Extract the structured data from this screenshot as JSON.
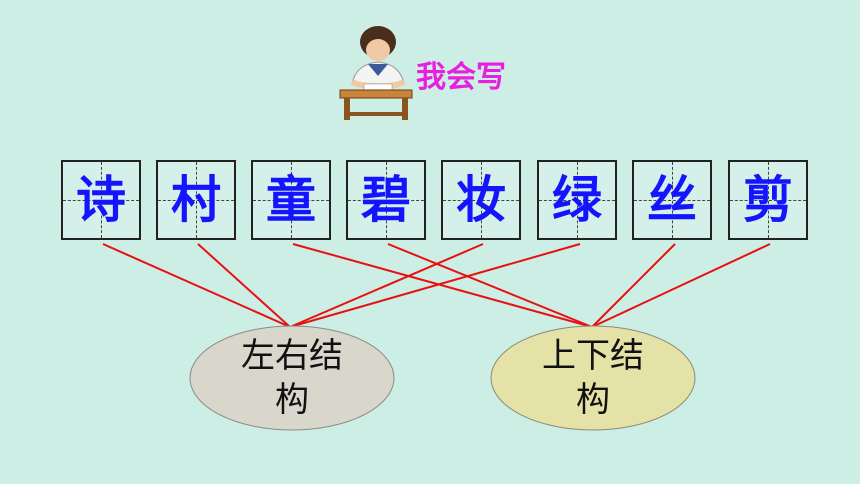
{
  "header": {
    "title": "我会写",
    "title_color": "#e81ee0",
    "illustration": "student-writing-at-desk"
  },
  "characters": [
    "诗",
    "村",
    "童",
    "碧",
    "妆",
    "绿",
    "丝",
    "剪"
  ],
  "categories": {
    "left_right": {
      "line1": "左右结",
      "line2": "构",
      "fill": "#d9d6cc"
    },
    "top_bottom": {
      "line1": "上下结",
      "line2": "构",
      "fill": "#e4e2a6"
    }
  },
  "connections": {
    "left_right": [
      "诗",
      "村",
      "妆",
      "绿"
    ],
    "top_bottom": [
      "童",
      "碧",
      "丝",
      "剪"
    ]
  },
  "colors": {
    "background": "#cdeee5",
    "character": "#1414ff",
    "line": "#e81010"
  }
}
